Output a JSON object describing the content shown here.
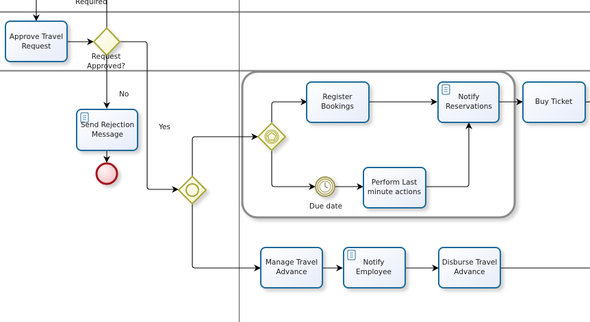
{
  "diagram": {
    "type": "BPMN process",
    "colors": {
      "task_fill": "#eef2fc",
      "task_stroke": "#1f6a9a",
      "gateway_fill": "#fbfbdc",
      "gateway_stroke": "#a8a636",
      "end_fill": "#f4d4d6",
      "end_stroke": "#a4121c",
      "timer_stroke": "#9c9650",
      "lane_line": "#7a7a7a",
      "flow": "#000000",
      "subprocess_stroke": "#808080"
    },
    "top_label": "Required",
    "tasks": [
      {
        "id": "approve",
        "lines": [
          "Approve Travel",
          "Request"
        ],
        "has_script_icon": false
      },
      {
        "id": "reject",
        "lines": [
          "Send Rejection",
          "Message"
        ],
        "has_script_icon": true
      },
      {
        "id": "register",
        "lines": [
          "Register",
          "Bookings"
        ],
        "has_script_icon": false
      },
      {
        "id": "notify_res",
        "lines": [
          "Notify",
          "Reservations"
        ],
        "has_script_icon": true
      },
      {
        "id": "buy",
        "lines": [
          "Buy Ticket"
        ],
        "has_script_icon": false
      },
      {
        "id": "lastmin",
        "lines": [
          "Perform Last",
          "minute actions"
        ],
        "has_script_icon": false
      },
      {
        "id": "manage",
        "lines": [
          "Manage Travel",
          "Advance"
        ],
        "has_script_icon": false
      },
      {
        "id": "notify_emp",
        "lines": [
          "Notify",
          "Employee"
        ],
        "has_script_icon": true
      },
      {
        "id": "disburse",
        "lines": [
          "Disburse Travel",
          "Advance"
        ],
        "has_script_icon": false
      }
    ],
    "gateways": [
      {
        "id": "approved_gw",
        "kind": "exclusive",
        "label_lines": [
          "Request",
          "Approved?"
        ]
      },
      {
        "id": "parallel_gw",
        "kind": "inclusive"
      },
      {
        "id": "event_gw",
        "kind": "event-based"
      }
    ],
    "events": [
      {
        "id": "end_reject",
        "kind": "end"
      },
      {
        "id": "due_timer",
        "kind": "intermediate-timer",
        "label": "Due date"
      }
    ],
    "flow_labels": {
      "no": "No",
      "yes": "Yes"
    }
  }
}
